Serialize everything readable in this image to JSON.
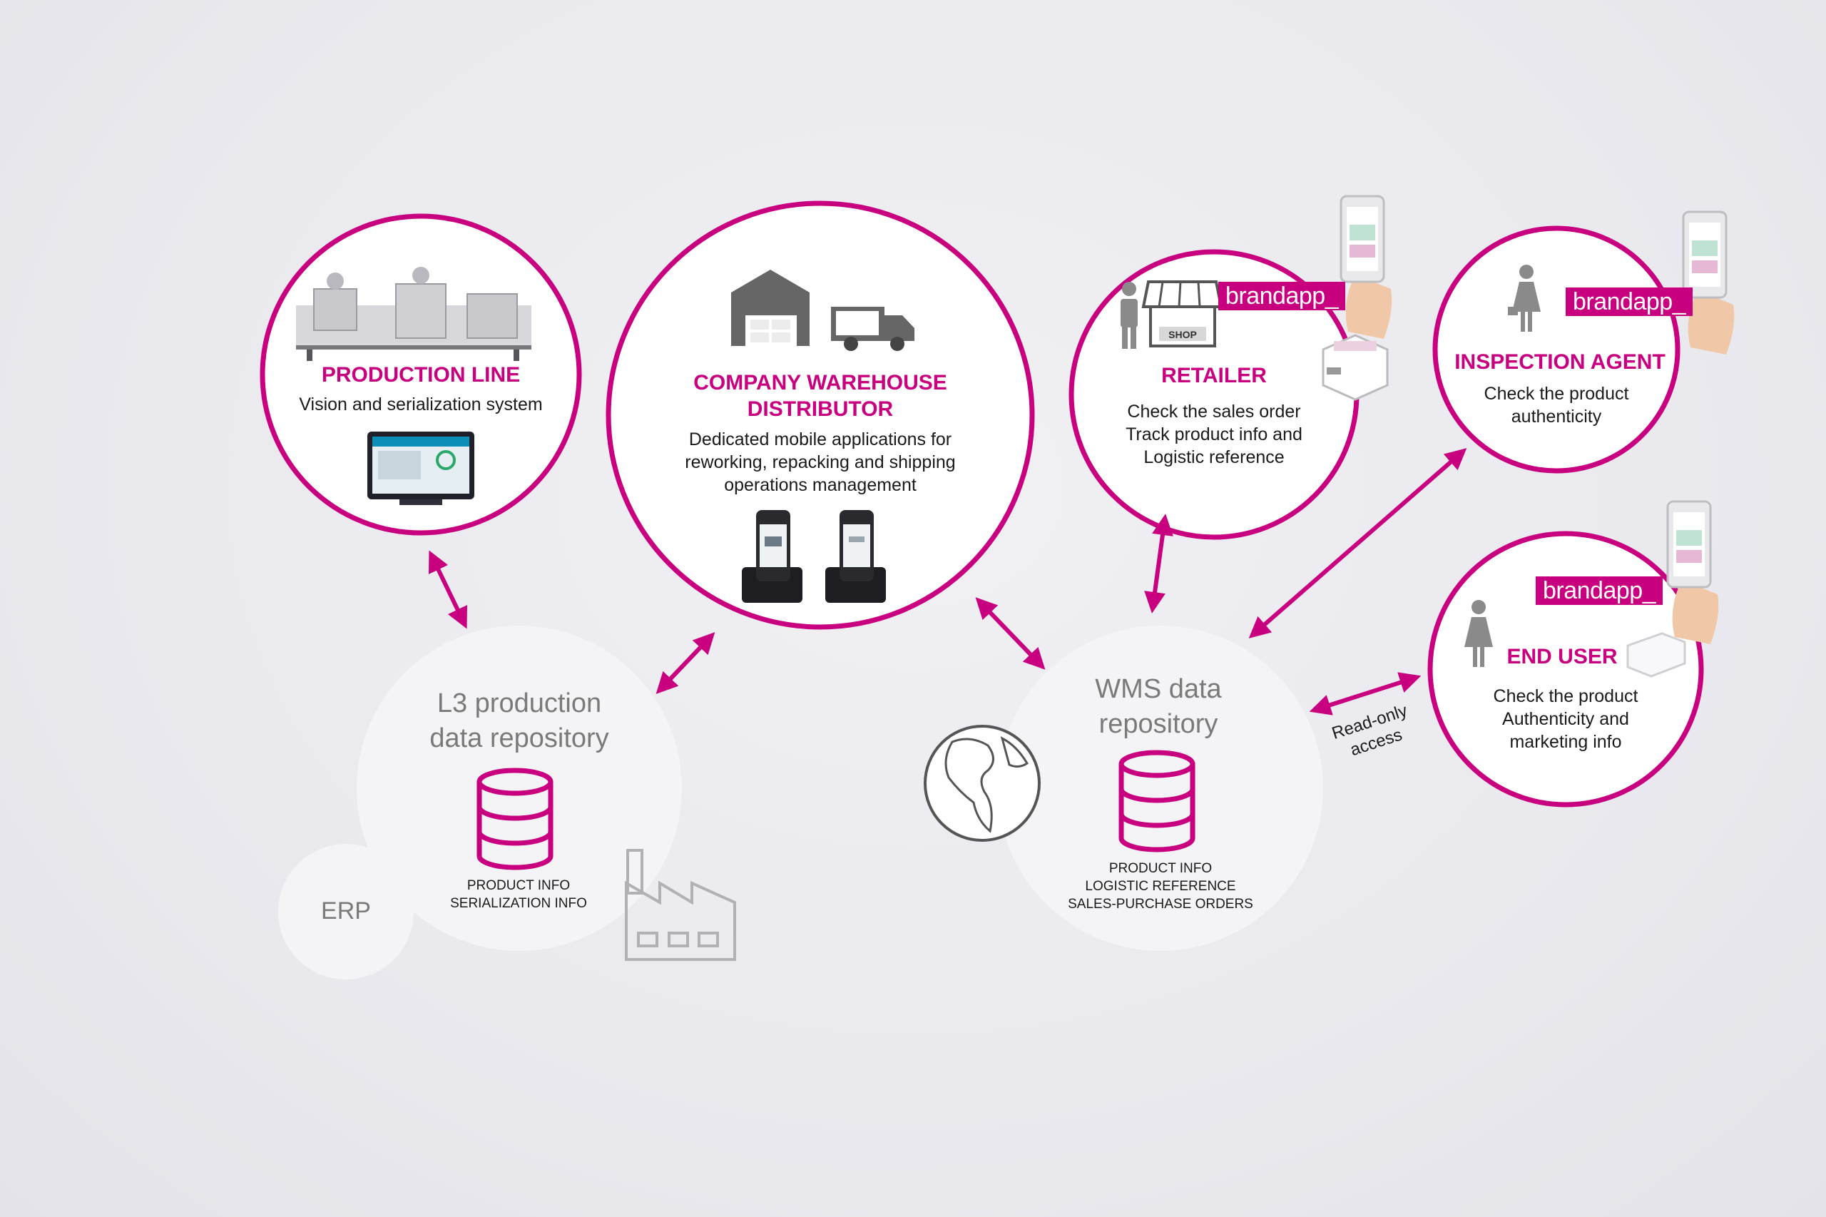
{
  "colors": {
    "accent": "#c8007f",
    "repo_fill": "#f4f4f6",
    "icon_gray": "#8a8a8a"
  },
  "nodes": {
    "production_line": {
      "title": "PRODUCTION LINE",
      "body": "Vision and serialization system"
    },
    "warehouse": {
      "title_lines": [
        "COMPANY WAREHOUSE",
        "DISTRIBUTOR"
      ],
      "body_lines": [
        "Dedicated mobile applications for",
        "reworking, repacking and shipping",
        "operations management"
      ]
    },
    "retailer": {
      "title": "RETAILER",
      "body_lines": [
        "Check the sales order",
        "Track product info and",
        "Logistic reference"
      ],
      "shop_sign": "SHOP"
    },
    "inspection_agent": {
      "title": "INSPECTION AGENT",
      "body_lines": [
        "Check the product",
        "authenticity"
      ]
    },
    "end_user": {
      "title": "END USER",
      "body_lines": [
        "Check the product",
        "Authenticity and",
        "marketing info"
      ]
    }
  },
  "brand_badge": {
    "bold": "brand",
    "light": "app_"
  },
  "repositories": {
    "l3": {
      "title_lines": [
        "L3 production",
        "data repository"
      ],
      "fields": [
        "PRODUCT INFO",
        "SERIALIZATION INFO"
      ]
    },
    "erp": {
      "label": "ERP"
    },
    "wms": {
      "title_lines": [
        "WMS data",
        "repository"
      ],
      "fields": [
        "PRODUCT INFO",
        "LOGISTIC REFERENCE",
        "SALES-PURCHASE ORDERS"
      ]
    }
  },
  "connectors": {
    "read_only_lines": [
      "Read-only",
      "access"
    ]
  },
  "icons": [
    "production-machines-icon",
    "touch-monitor-icon",
    "warehouse-icon",
    "delivery-truck-icon",
    "handheld-scanner-icon",
    "shop-icon",
    "person-icon",
    "phone-in-hand-icon",
    "product-box-icon",
    "woman-icon",
    "database-icon",
    "factory-icon",
    "globe-icon"
  ]
}
